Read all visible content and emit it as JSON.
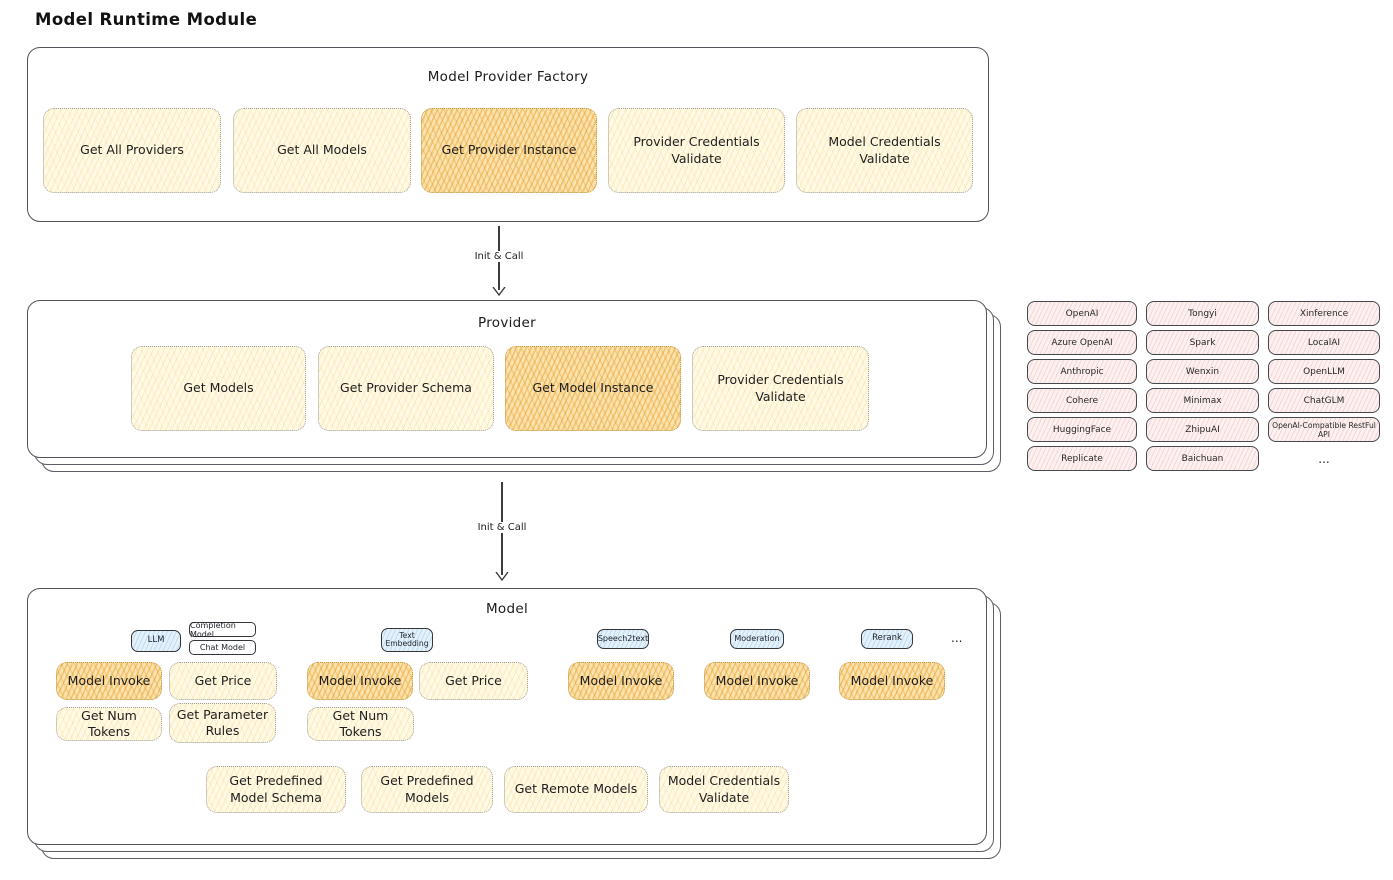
{
  "page_title": "Model Runtime Module",
  "colors": {
    "yellow_fill": "#FFFAE6",
    "orange_fill": "#FAE3AC",
    "orange_hatch": "#E99E30",
    "pink_fill": "#FCF1F0",
    "blue_fill": "#E3F1FB",
    "frame_border": "#51555B"
  },
  "factory": {
    "title": "Model Provider Factory",
    "buttons": [
      {
        "label": "Get All Providers",
        "highlighted": false
      },
      {
        "label": "Get All Models",
        "highlighted": false
      },
      {
        "label": "Get Provider Instance",
        "highlighted": true
      },
      {
        "label": "Provider Credentials Validate",
        "highlighted": false
      },
      {
        "label": "Model Credentials Validate",
        "highlighted": false
      }
    ]
  },
  "arrow1": {
    "label": "Init & Call"
  },
  "arrow2": {
    "label": "Init & Call"
  },
  "provider": {
    "title": "Provider",
    "buttons": [
      {
        "label": "Get Models",
        "highlighted": false
      },
      {
        "label": "Get Provider Schema",
        "highlighted": false
      },
      {
        "label": "Get Model Instance",
        "highlighted": true
      },
      {
        "label": "Provider Credentials Validate",
        "highlighted": false
      }
    ]
  },
  "providers_list": {
    "items": [
      "OpenAI",
      "Tongyi",
      "Xinference",
      "Azure OpenAI",
      "Spark",
      "LocalAI",
      "Anthropic",
      "Wenxin",
      "OpenLLM",
      "Cohere",
      "Minimax",
      "ChatGLM",
      "HuggingFace",
      "ZhipuAI",
      "OpenAI-Compatible RestFul API",
      "Replicate",
      "Baichuan"
    ],
    "ellipsis": "..."
  },
  "model": {
    "title": "Model",
    "capability_tags": [
      "LLM",
      "Text Embedding",
      "Speech2text",
      "Moderation",
      "Rerank"
    ],
    "llm_subtags": [
      "Completion Model",
      "Chat Model"
    ],
    "tags_ellipsis": "...",
    "invoke_label": "Model Invoke",
    "get_price_label": "Get Price",
    "get_num_tokens_label": "Get Num Tokens",
    "get_parameter_rules_label": "Get Parameter Rules",
    "bottom_buttons": [
      "Get Predefined Model Schema",
      "Get Predefined Models",
      "Get Remote Models",
      "Model Credentials Validate"
    ]
  }
}
